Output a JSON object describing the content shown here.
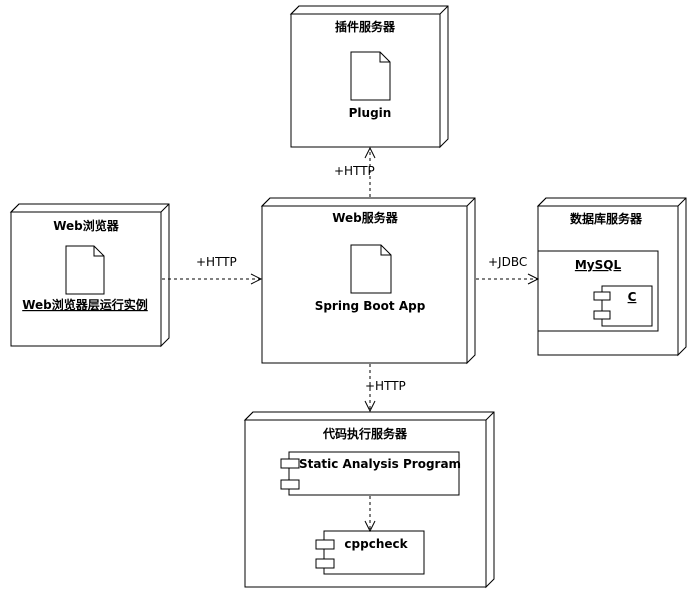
{
  "nodes": {
    "plugin_server": {
      "title": "插件服务器",
      "artifact": "Plugin"
    },
    "browser": {
      "title": "Web浏览器",
      "artifact": "Web浏览器层运行实例"
    },
    "web_server": {
      "title": "Web服务器",
      "artifact": "Spring Boot App"
    },
    "db_server": {
      "title": "数据库服务器",
      "database": "MySQL",
      "component": "C"
    },
    "exec_server": {
      "title": "代码执行服务器",
      "component1": "Static Analysis Program",
      "component2": "cppcheck"
    }
  },
  "edges": {
    "browser_to_web": "+HTTP",
    "web_to_plugin": "+HTTP",
    "web_to_db": "+JDBC",
    "web_to_exec": "+HTTP"
  }
}
